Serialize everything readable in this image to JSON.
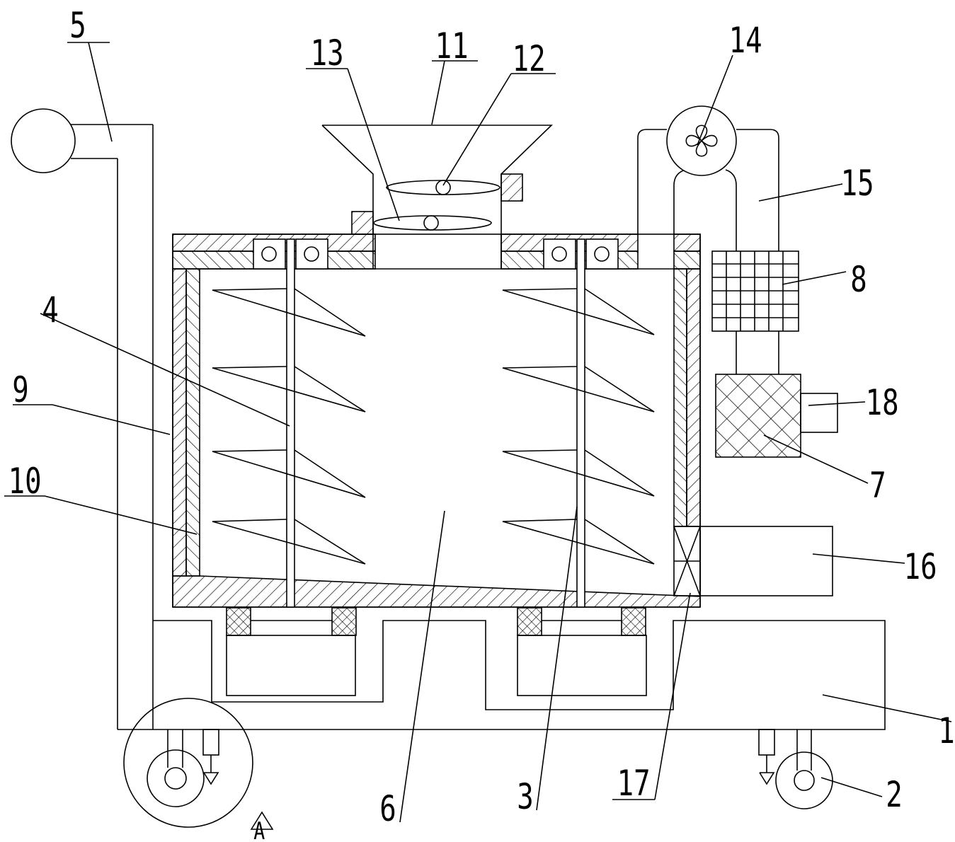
{
  "diagram": {
    "callouts": [
      {
        "id": "1",
        "text": "1"
      },
      {
        "id": "2",
        "text": "2"
      },
      {
        "id": "3",
        "text": "3"
      },
      {
        "id": "4",
        "text": "4"
      },
      {
        "id": "5",
        "text": "5"
      },
      {
        "id": "6",
        "text": "6"
      },
      {
        "id": "7",
        "text": "7"
      },
      {
        "id": "8",
        "text": "8"
      },
      {
        "id": "9",
        "text": "9"
      },
      {
        "id": "10",
        "text": "10"
      },
      {
        "id": "11",
        "text": "11"
      },
      {
        "id": "12",
        "text": "12"
      },
      {
        "id": "13",
        "text": "13"
      },
      {
        "id": "14",
        "text": "14"
      },
      {
        "id": "15",
        "text": "15"
      },
      {
        "id": "16",
        "text": "16"
      },
      {
        "id": "17",
        "text": "17"
      },
      {
        "id": "18",
        "text": "18"
      },
      {
        "id": "A",
        "text": "A"
      }
    ]
  }
}
